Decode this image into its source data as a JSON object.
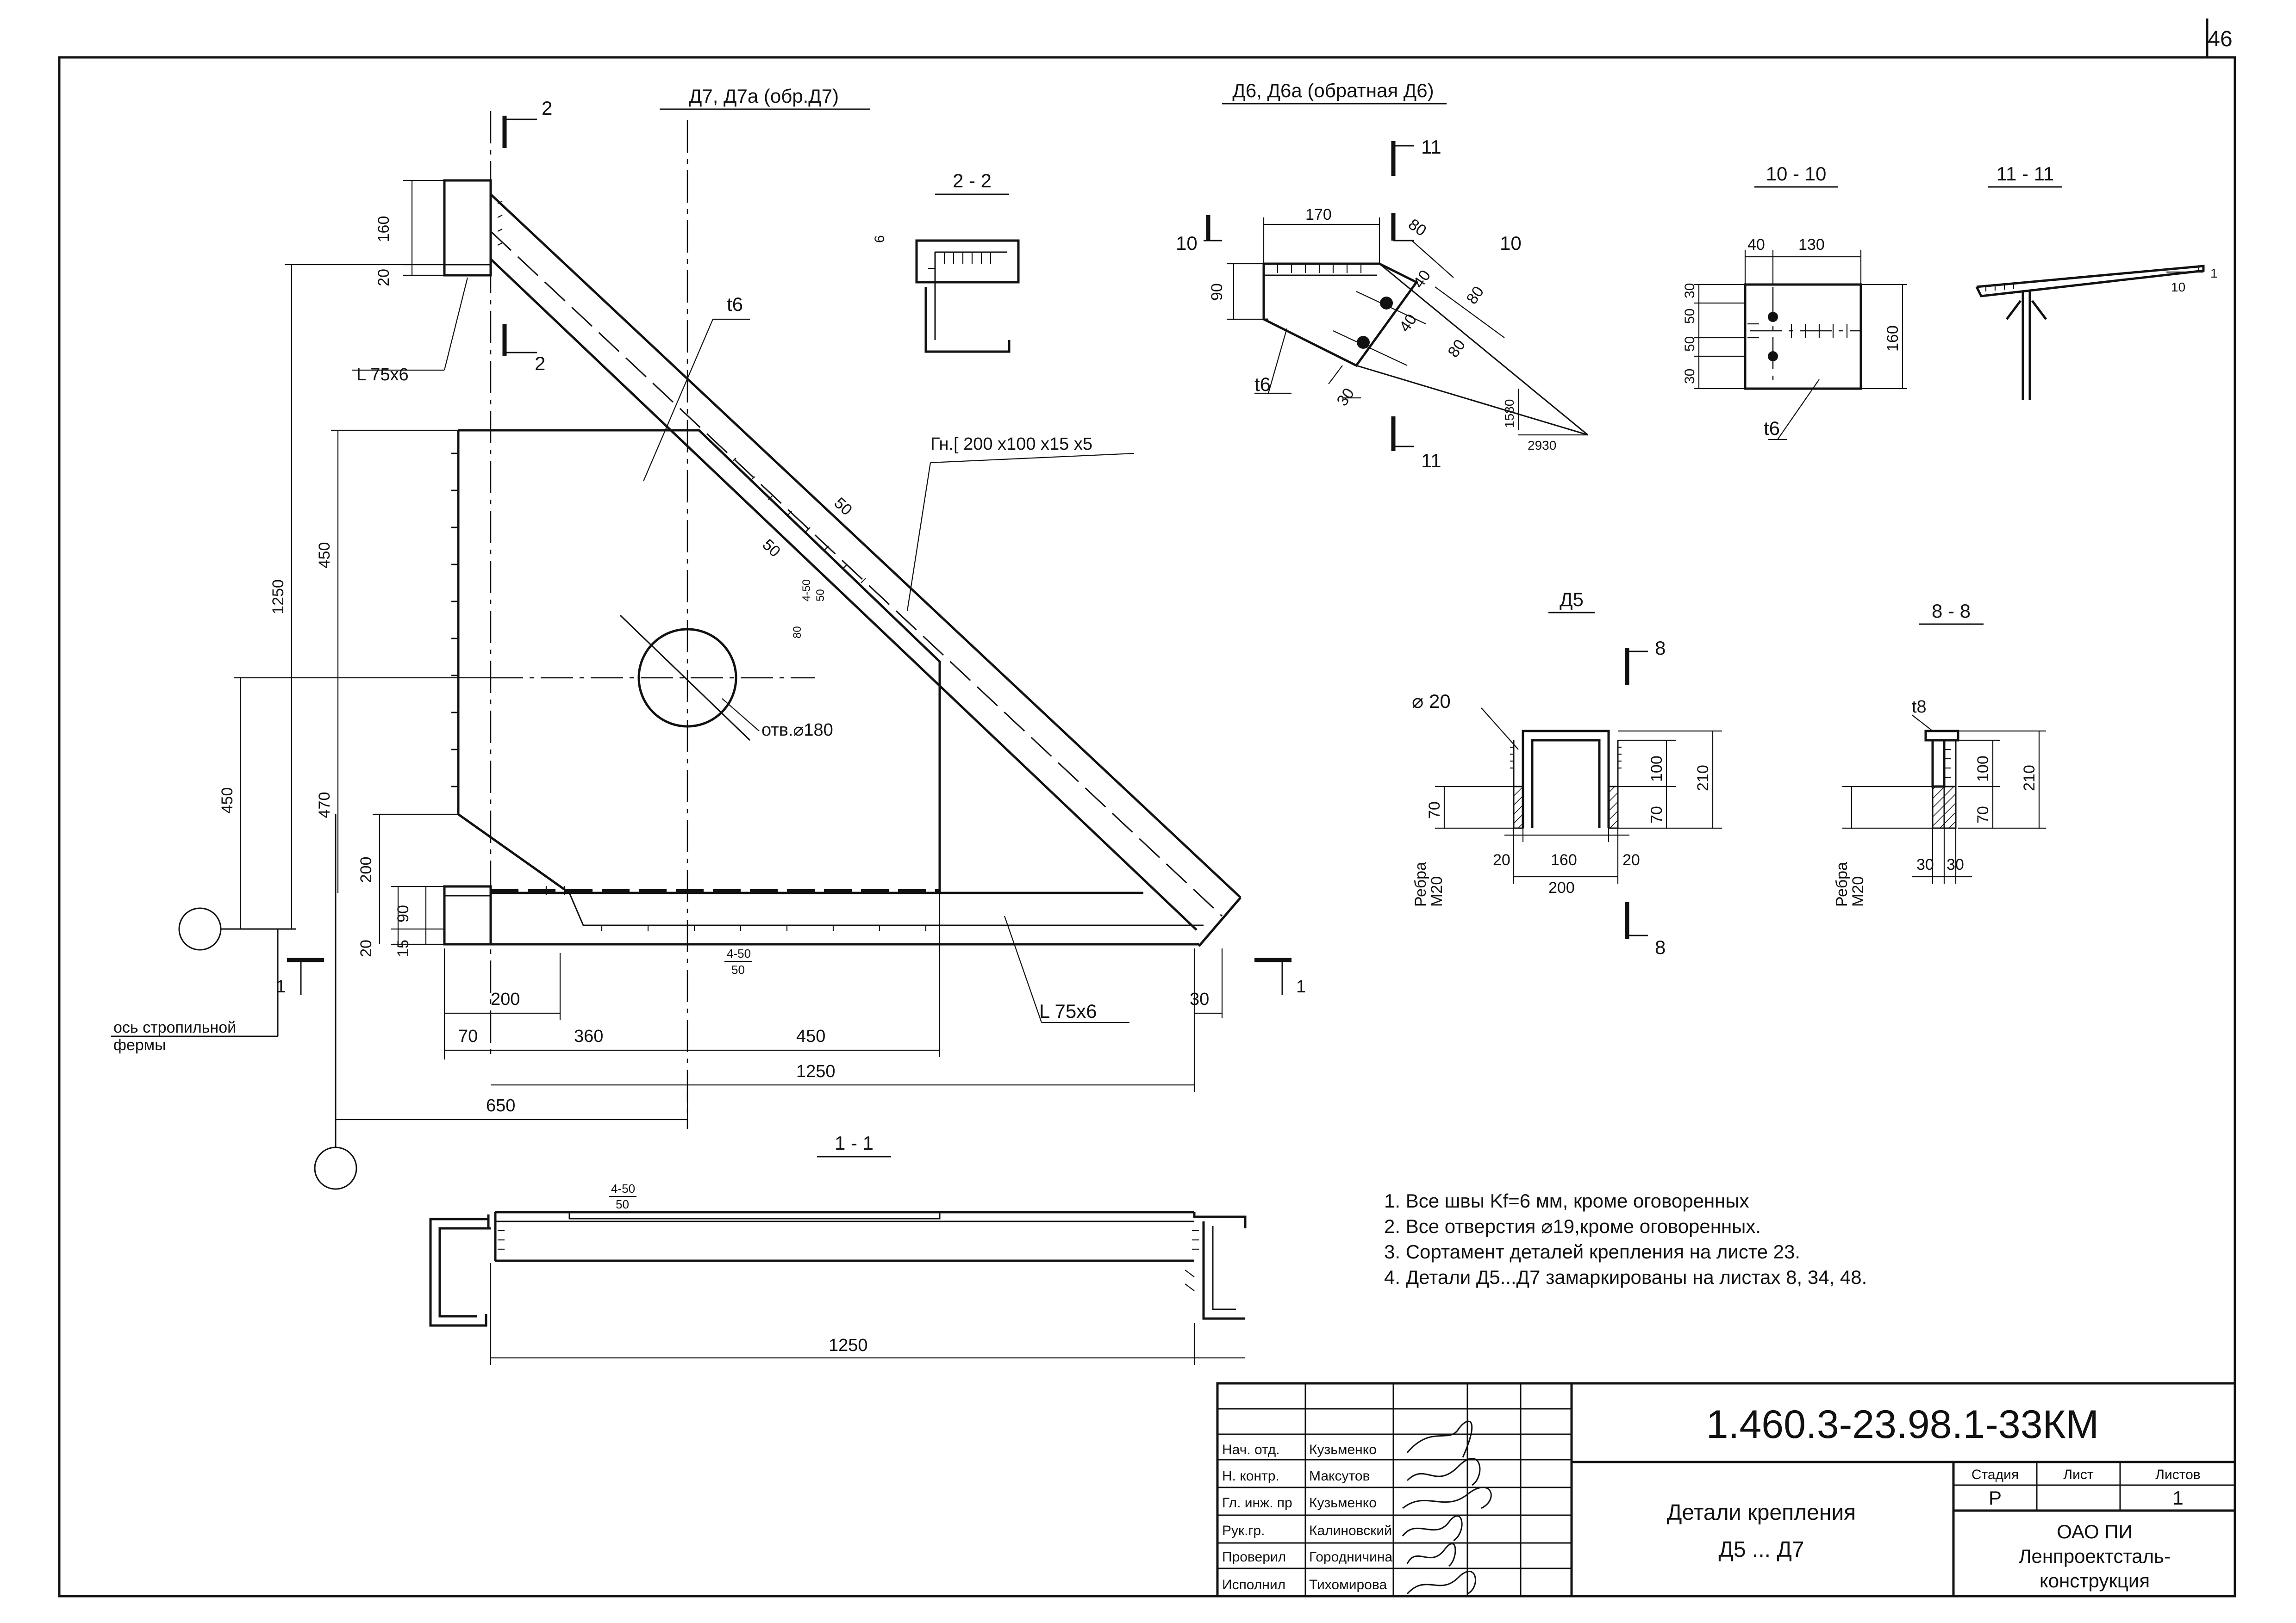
{
  "sheet": {
    "page_number": "46",
    "doc_code": "1.460.3-23.98.1-33КМ",
    "title_line1": "Детали крепления",
    "title_line2": "Д5 ... Д7",
    "stage_header": "Стадия",
    "sheet_header": "Лист",
    "sheets_header": "Листов",
    "stage_value": "Р",
    "sheet_value": "",
    "sheets_value": "1",
    "org_line1": "ОАО ПИ",
    "org_line2": "Ленпроектсталь-",
    "org_line3": "конструкция",
    "signatures": [
      {
        "role": "Нач. отд.",
        "name": "Кузьменко"
      },
      {
        "role": "Н. контр.",
        "name": "Максутов"
      },
      {
        "role": "Гл. инж. пр",
        "name": "Кузьменко"
      },
      {
        "role": "Рук.гр.",
        "name": "Калиновский"
      },
      {
        "role": "Проверил",
        "name": "Городничина"
      },
      {
        "role": "Исполнил",
        "name": "Тихомирова"
      }
    ]
  },
  "notes": [
    "1. Все швы Kf=6 мм, кроме оговоренных",
    "2. Все отверстия ⌀19,кроме оговоренных.",
    "3. Сортамент деталей крепления на листе 23.",
    "4. Детали Д5...Д7 замаркированы на листах 8, 34, 48."
  ],
  "views": {
    "d7_title": "Д7, Д7а (обр.Д7)",
    "d6_title": "Д6, Д6а (обратная Д6)",
    "sec_2_2": "2 - 2",
    "sec_10_10": "10 - 10",
    "sec_11_11": "11 - 11",
    "d5_title": "Д5",
    "sec_8_8": "8 - 8",
    "sec_1_1": "1 - 1"
  },
  "d7": {
    "dim_160": "160",
    "dim_20a": "20",
    "angle_top": "L 75x6",
    "dim_1250v": "1250",
    "dim_450a": "450",
    "dim_470": "470",
    "dim_450b": "450",
    "dim_200v": "200",
    "dim_90": "90",
    "dim_20b": "20",
    "dim_15": "15",
    "plate": "t6",
    "channel": "Гн.[ 200 x100 x15 x5",
    "weld_50a": "50",
    "weld_50b": "50",
    "weld_450_frac": "4-50",
    "weld_450_frac2": "50",
    "weld_80": "80",
    "hole": "отв.⌀180",
    "bottom_frac_top": "4-50",
    "bottom_frac_bot": "50",
    "angle_bottom": "L 75x6",
    "dim_200h": "200",
    "dim_70": "70",
    "dim_360": "360",
    "dim_450h": "450",
    "dim_1250h": "1250",
    "dim_650": "650",
    "dim_30": "30",
    "axis_label1": "ось стропильной",
    "axis_label2": "фермы",
    "cut2": "2",
    "cut1": "1"
  },
  "d6": {
    "cut10": "10",
    "cut11": "11",
    "dim_170": "170",
    "dim_80a": "80",
    "dim_90": "90",
    "dim_40a": "40",
    "dim_80b": "80",
    "dim_40b": "40",
    "dim_80c": "80",
    "dim_30": "30",
    "slope_v": "1580",
    "slope_h": "2930",
    "plate": "t6"
  },
  "s10": {
    "dim_40": "40",
    "dim_130": "130",
    "dim_30a": "30",
    "dim_50a": "50",
    "dim_50b": "50",
    "dim_30b": "30",
    "dim_160": "160",
    "plate": "t6"
  },
  "s11": {
    "slope_1": "1",
    "slope_10": "10"
  },
  "s22": {
    "dim_6": "6"
  },
  "d5": {
    "cut8": "8",
    "hole": "⌀ 20",
    "dim_100": "100",
    "dim_210": "210",
    "dim_70r": "70",
    "dim_70l": "70",
    "ribs1": "Ребра",
    "ribs2": "М20",
    "dim_20a": "20",
    "dim_160": "160",
    "dim_20b": "20",
    "dim_200": "200"
  },
  "s88": {
    "plate": "t8",
    "dim_100": "100",
    "dim_210": "210",
    "dim_70": "70",
    "ribs1": "Ребра",
    "ribs2": "М20",
    "dim_30a": "30",
    "dim_30b": "30"
  },
  "s11sec": {
    "frac_top": "4-50",
    "frac_bot": "50",
    "dim_1250": "1250"
  }
}
